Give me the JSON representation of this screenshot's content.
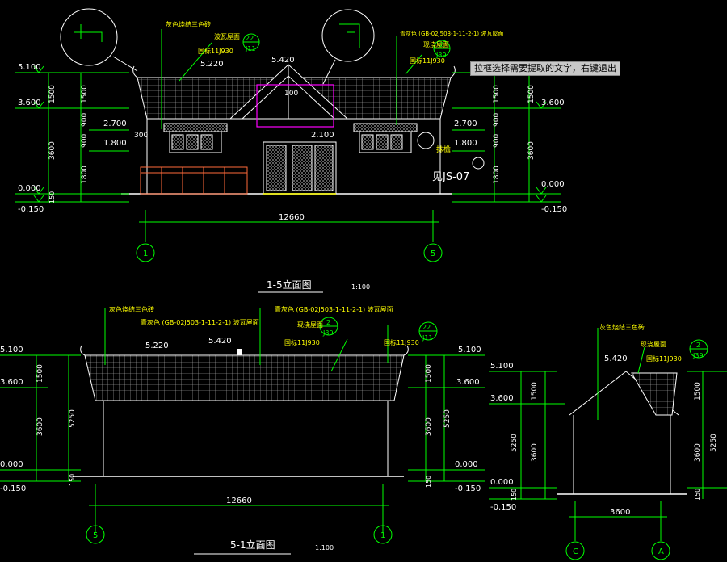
{
  "tooltip": {
    "text": "拉框选择需要提取的文字，右键退出"
  },
  "elevation_top": {
    "title": "1-5立面图",
    "scale": "1:100",
    "span": "12660",
    "axis_left": "1",
    "axis_right": "5",
    "levels": [
      "5.100",
      "3.600",
      "2.700",
      "1.800",
      "0.000",
      "-0.150",
      "5.420",
      "5.220",
      "2.100"
    ],
    "dims_vertical": [
      "1500",
      "3600",
      "900",
      "900",
      "1800",
      "150",
      "300",
      "100"
    ],
    "notes": [
      "灰色烧结三色砖",
      "波瓦屋面",
      "青灰色 (GB-02J503-1-11-2-1) 波瓦屋面",
      "现浇屋面",
      "国标11J930",
      "国标11J930",
      "抹檐",
      "见JS-07"
    ],
    "detail_refs": [
      {
        "num": "22",
        "sheet": "J11"
      },
      {
        "num": "2",
        "sheet": "J39"
      }
    ]
  },
  "elevation_bottom_left": {
    "title": "5-1立面图",
    "scale": "1:100",
    "span": "12660",
    "axis_left": "5",
    "axis_right": "1",
    "levels": [
      "5.100",
      "3.600",
      "0.000",
      "-0.150",
      "5.220",
      "5.420"
    ],
    "dims_vertical": [
      "1500",
      "5250",
      "3600",
      "150"
    ],
    "notes": [
      "灰色烧结三色砖",
      "青灰色 (GB-02J503-1-11-2-1) 波瓦屋面",
      "青灰色 (GB-02J503-1-11-2-1) 波瓦屋面",
      "现浇屋面",
      "国标11J930",
      "国标11J930"
    ],
    "detail_refs": [
      {
        "num": "2",
        "sheet": "J39"
      },
      {
        "num": "22",
        "sheet": "J11"
      }
    ]
  },
  "elevation_side": {
    "span": "3600",
    "axis_left": "C",
    "axis_right": "A",
    "levels": [
      "5.100",
      "3.600",
      "0.000",
      "-0.150",
      "5.420"
    ],
    "dims_vertical": [
      "1500",
      "5250",
      "3600",
      "150"
    ],
    "notes": [
      "灰色烧结三色砖",
      "现浇屋面",
      "国标11J930"
    ],
    "detail_refs": [
      {
        "num": "2",
        "sheet": "J39"
      }
    ]
  },
  "colors": {
    "background": "#000000",
    "dimension": "#00ff00",
    "outline": "#ffffff",
    "annotation": "#ffff00",
    "highlight": "#ff00ff",
    "fence": "#ff6a3a"
  }
}
